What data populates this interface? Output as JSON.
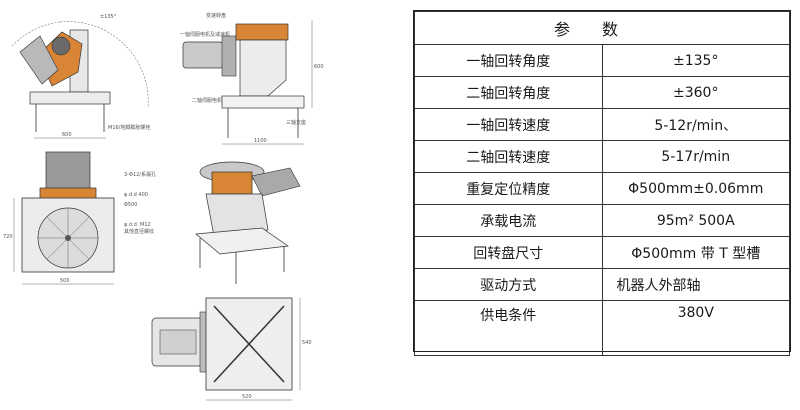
{
  "drawings": {
    "front_angle": "±135°",
    "front_base_width": "600",
    "front_note": "M16/地脚膨胀螺栓",
    "side_width": "1100",
    "side_height": "600",
    "side_label_top": "变速转盘",
    "side_label_motor": "一轴伺服电机及减速机",
    "side_label_mid": "二轴伺服电机",
    "side_label_right": "三轴支座",
    "top_label_1": "3-Φ12/系漏孔",
    "top_label_2": "φ.d.d 400",
    "top_label_3": "Φ500",
    "top_label_4": "φ.d.d. M12",
    "top_label_5": "其他直径螺纹",
    "top_dim_h": "500",
    "top_dim_v": "720",
    "bottom_dim_h": "520",
    "bottom_dim_v": "540"
  },
  "table": {
    "header": "参数",
    "rows": [
      {
        "label": "一轴回转角度",
        "value": "±135°"
      },
      {
        "label": "二轴回转角度",
        "value": "±360°"
      },
      {
        "label": "一轴回转速度",
        "value": "5-12r/min、"
      },
      {
        "label": "二轴回转速度",
        "value": "5-17r/min"
      },
      {
        "label": "重复定位精度",
        "value": "Φ500mm±0.06mm"
      },
      {
        "label": "承载电流",
        "value": "95m²     500A"
      },
      {
        "label": "回转盘尺寸",
        "value": "Φ500mm 带 T 型槽"
      },
      {
        "label": "驱动方式",
        "value": "机器人外部轴"
      }
    ],
    "last_row": {
      "label": "供电条件",
      "value": "380V"
    }
  }
}
